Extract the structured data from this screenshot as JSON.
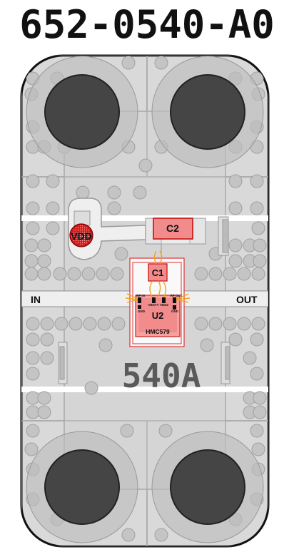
{
  "board": {
    "part_number": "652-0540-A0",
    "silkscreen_code": "540A",
    "labels": {
      "vdd": "VDD",
      "input": "IN",
      "output": "OUT",
      "c1": "C1",
      "c2": "C2",
      "u2": "U2",
      "ic_part": "HMC579",
      "pin_rfin": "RF IN",
      "pin_rfout": "RF OUT",
      "pin_gnd_left": "GND",
      "pin_gnd_right": "GND",
      "pin_vbatt": "VBATT",
      "pin_vdd2": "VDD2"
    }
  },
  "colors": {
    "board_fill": "#d9d9d9",
    "outline": "#111111",
    "via": "#c4c4c4",
    "mount_hole": "#454545",
    "trace": "#efefef",
    "component_pad": "#f28b8b",
    "vdd_pad": "#d11414",
    "bond_wire": "#f4a01c"
  }
}
